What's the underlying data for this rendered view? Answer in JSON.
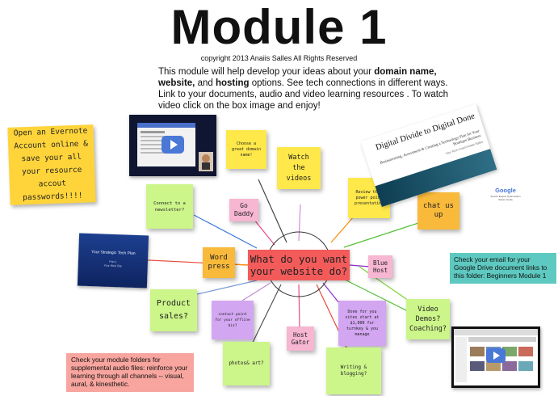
{
  "header": {
    "title": "Module 1",
    "copyright": "copyright 2013 Anaiis Salles All Rights Reserved",
    "intro_a": "This module will help develop your ideas about your ",
    "intro_b": "domain name, website,",
    "intro_c": " and ",
    "intro_d": "hosting",
    "intro_e": " options.  See tech connections in different  ways.  Link to your documents, audio and video learning resources . To watch video click on the box image and enjoy!"
  },
  "center": {
    "label": "What do you want your website do?"
  },
  "notes": {
    "evernote": "Open an Evernote Account online & save your all your resource accout passwords!!!!",
    "domain": "Choose a great domain name!",
    "watch": "Watch the videos",
    "review": "Review this power point presentation",
    "chat": "chat us up",
    "newsletter": "Connect to a newsletter?",
    "godaddy": "Go Daddy",
    "wordpress": "Word press",
    "bluehost": "Blue Host",
    "product": "Product sales?",
    "contact": "contact point for your offline biz?",
    "hostgator": "Host Gator",
    "done": "Done for you sites start at $1,000 for turnkey & you manage",
    "video_demos": "Video Demos? Coaching?",
    "photos": "photos& art?",
    "writing": "Writing & blogging?"
  },
  "info": {
    "email": "Check your email for your Google Drive document links  to this folder:  Beginners Module 1",
    "audio": "Check your module folders for supplemental audio files: reinforce your learning through all channels -- visual, aural, & kinesthetic."
  },
  "thumbs": {
    "digital_title": "Digital Divide to Digital Done",
    "digital_sub": "Brainstorming, Assessment & Creating a Technology Plan for Your Boutique Business",
    "digital_author": "Your Tech Coach Anaiis Salles",
    "tech_plan_title": "Your Strategic Tech Plan",
    "tech_plan_sub": "Part 1",
    "tech_plan_sub2": "Your Web Site",
    "google_logo": "Google",
    "google_caption": "Search Engine Optimization Starter Guide"
  },
  "colors": {
    "yellow": "#ffe84a",
    "green": "#ccf58a",
    "pink": "#f7b6d2",
    "purple": "#d3a6f2",
    "orange": "#f9b93a",
    "red": "#f35b5b",
    "teal": "#5ec9c0",
    "salmon": "#f7a59e"
  }
}
